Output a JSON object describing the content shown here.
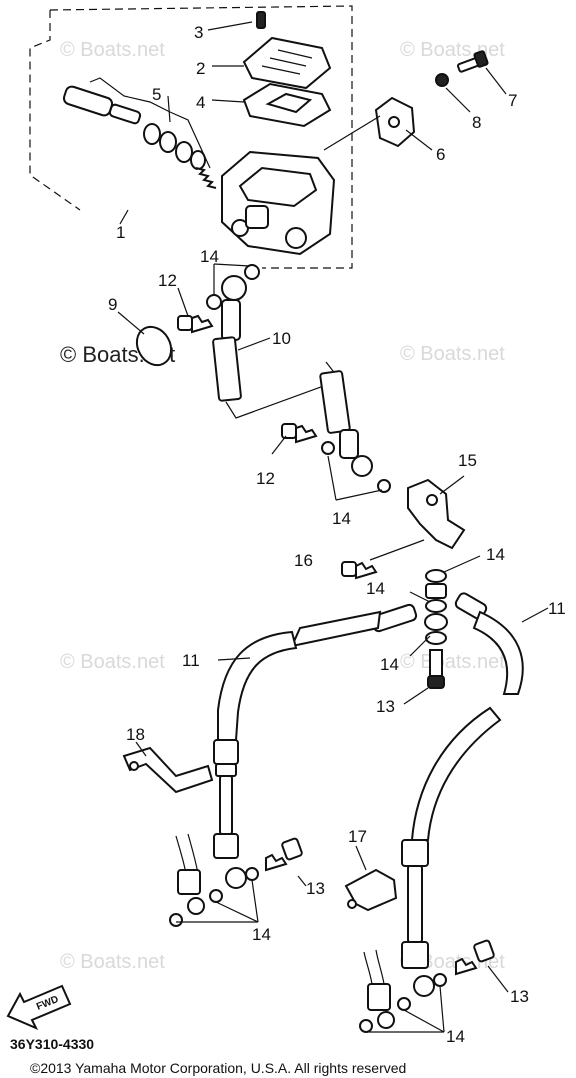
{
  "callouts": {
    "c1": "1",
    "c2": "2",
    "c3": "3",
    "c4": "4",
    "c5": "5",
    "c6": "6",
    "c7": "7",
    "c8": "8",
    "c9": "9",
    "c10": "10",
    "c11a": "11",
    "c11b": "11",
    "c12a": "12",
    "c12b": "12",
    "c13a": "13",
    "c13b": "13",
    "c13c": "13",
    "c14a": "14",
    "c14b": "14",
    "c14c": "14",
    "c14d": "14",
    "c14e": "14",
    "c14f": "14",
    "c14g": "14",
    "c15": "15",
    "c16": "16",
    "c17": "17",
    "c18": "18"
  },
  "watermark": "© Boats.net",
  "fwd_label": "FWD",
  "diagram_code": "36Y310-4330",
  "copyright": "©2013 Yamaha Motor Corporation, U.S.A. All rights reserved"
}
